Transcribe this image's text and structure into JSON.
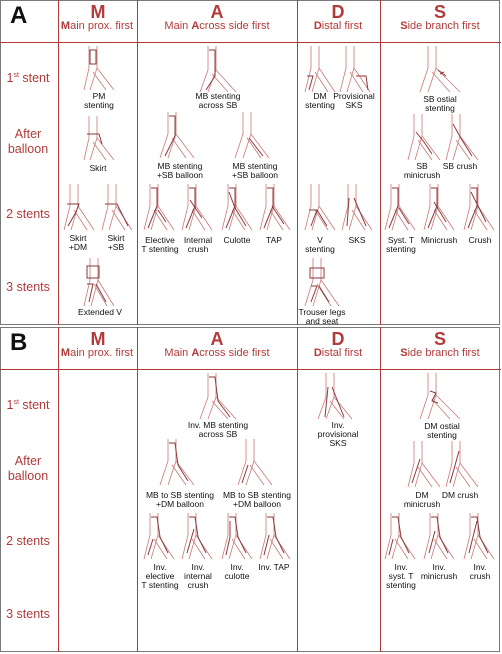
{
  "panels": [
    {
      "letter": "A",
      "columns": [
        {
          "letter": "M",
          "bold": "M",
          "desc": "ain prox. first"
        },
        {
          "letter": "A",
          "pre": "Main ",
          "bold": "A",
          "desc": "cross side first"
        },
        {
          "letter": "D",
          "bold": "D",
          "desc": "istal first"
        },
        {
          "letter": "S",
          "bold": "S",
          "desc": "ide branch first"
        }
      ],
      "rows": [
        "1st stent",
        "After balloon",
        "2 stents",
        "3 stents"
      ],
      "captions": {
        "pm": "PM\nstenting",
        "mb_across": "MB stenting\nacross SB",
        "dm": "DM\nstenting",
        "prov_sks": "Provisional\nSKS",
        "sb_ostial": "SB ostial stenting",
        "skirt": "Skirt",
        "mb_sb_balloon": "MB stenting\n+SB balloon",
        "mb_sb_balloon2": "MB stenting\n+SB balloon",
        "sb_minicrush": "SB\nminicrush",
        "sb_crush": "SB crush",
        "skirt_dm": "Skirt\n+DM",
        "skirt_sb": "Skirt\n+SB",
        "elective_t": "Elective\nT stenting",
        "internal_crush": "Internal\ncrush",
        "culotte": "Culotte",
        "tap": "TAP",
        "v_stenting": "V\nstenting",
        "sks": "SKS",
        "syst_t": "Syst. T\nstenting",
        "minicrush": "Minicrush",
        "crush": "Crush",
        "extended_v": "Extended V",
        "trouser": "Trouser legs\nand seat"
      }
    },
    {
      "letter": "B",
      "columns": [
        {
          "letter": "M",
          "bold": "M",
          "desc": "ain prox. first"
        },
        {
          "letter": "A",
          "pre": "Main ",
          "bold": "A",
          "desc": "cross side first"
        },
        {
          "letter": "D",
          "bold": "D",
          "desc": "istal first"
        },
        {
          "letter": "S",
          "bold": "S",
          "desc": "ide branch first"
        }
      ],
      "rows": [
        "1st stent",
        "After balloon",
        "2 stents",
        "3 stents"
      ],
      "captions": {
        "inv_mb": "Inv. MB stenting\nacross SB",
        "inv_prov": "Inv.\nprovisional\nSKS",
        "dm_ostial": "DM ostial stenting",
        "mb_to_sb1": "MB to SB stenting\n+DM balloon",
        "mb_to_sb2": "MB to SB stenting\n+DM balloon",
        "dm_minicrush": "DM\nminicrush",
        "dm_crush": "DM crush",
        "inv_elective": "Inv.\nelective\nT stenting",
        "inv_internal": "Inv.\ninternal\ncrush",
        "inv_culotte": "Inv.\nculotte",
        "inv_tap": "Inv. TAP",
        "inv_syst_t": "Inv.\nsyst. T\nstenting",
        "inv_minicrush": "Inv.\nminicrush",
        "inv_crush": "Inv.\ncrush"
      }
    }
  ]
}
